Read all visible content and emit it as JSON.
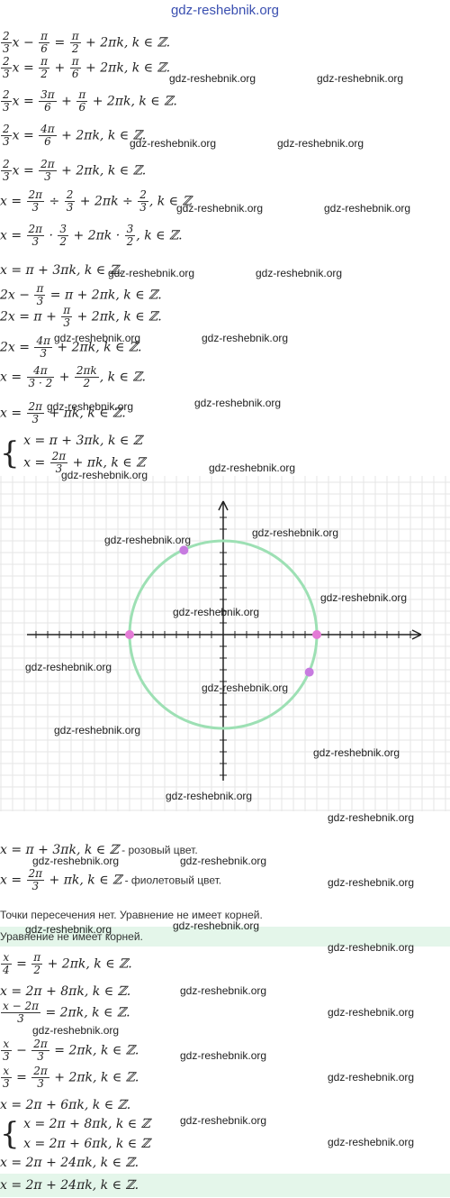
{
  "site": {
    "title": "gdz-reshebnik.org"
  },
  "watermark_text": "gdz-reshebnik.org",
  "lines": {
    "l1": {
      "a": "2",
      "b": "3",
      "c": "π",
      "d": "6",
      "e": "π",
      "f": "2",
      "tail": "+ 2πk,  k ∈ ℤ."
    },
    "l2": {
      "a": "2",
      "b": "3",
      "c": "π",
      "d": "2",
      "e": "π",
      "f": "6",
      "tail": "+ 2πk,  k ∈ ℤ."
    },
    "l3": {
      "a": "2",
      "b": "3",
      "c": "3π",
      "d": "6",
      "e": "π",
      "f": "6",
      "tail": "+ 2πk,  k ∈ ℤ."
    },
    "l4": {
      "a": "2",
      "b": "3",
      "c": "4π",
      "d": "6",
      "tail": "+ 2πk,  k ∈ ℤ."
    },
    "l5": {
      "a": "2",
      "b": "3",
      "c": "2π",
      "d": "3",
      "tail": "+ 2πk,  k ∈ ℤ."
    },
    "l6": {
      "a": "2π",
      "b": "3",
      "c": "2",
      "d": "3",
      "e": "2",
      "f": "3",
      "mid": "+ 2πk ÷",
      "tail": ",  k ∈ ℤ"
    },
    "l7": {
      "a": "2π",
      "b": "3",
      "c": "3",
      "d": "2",
      "e": "3",
      "f": "2",
      "mid": "+ 2πk ·",
      "tail": ",  k ∈ ℤ."
    },
    "l8": {
      "text": "x = π + 3πk,  k ∈ ℤ."
    },
    "l9": {
      "a": "π",
      "b": "3",
      "tail": "= π + 2πk,  k ∈ ℤ."
    },
    "l10": {
      "a": "π",
      "b": "3",
      "head": "2x = π +",
      "tail": "+ 2πk,  k ∈ ℤ."
    },
    "l11": {
      "a": "4π",
      "b": "3",
      "head": "2x =",
      "tail": "+ 2πk,  k ∈ ℤ."
    },
    "l12": {
      "a": "4π",
      "b": "3 · 2",
      "c": "2πk",
      "d": "2",
      "head": "x =",
      "tail": ",  k ∈ ℤ."
    },
    "l13": {
      "a": "2π",
      "b": "3",
      "head": "x =",
      "tail": "+ πk,  k ∈ ℤ."
    },
    "l14": {
      "row1": "x = π + 3πk,  k ∈ ℤ",
      "a": "2π",
      "b": "3",
      "row2_head": "x =",
      "row2_tail": "+ πk,  k ∈ ℤ"
    },
    "l15": {
      "text": "x = π + 3πk,  k ∈ ℤ",
      "suffix": " - розовый цвет."
    },
    "l16": {
      "a": "2π",
      "b": "3",
      "head": "x =",
      "tail": "+ πk,  k ∈ ℤ",
      "suffix": " - фиолетовый цвет."
    },
    "l17": {
      "text": "Точки пересечения нет. Уравнение не имеет корней."
    },
    "l18": {
      "text": "Уравнение не имеет корней."
    },
    "l19": {
      "a": "x",
      "b": "4",
      "c": "π",
      "d": "2",
      "tail": "+ 2πk,  k ∈ ℤ."
    },
    "l20": {
      "text": "x = 2π + 8πk,  k ∈ ℤ."
    },
    "l21": {
      "a": "x − 2π",
      "b": "3",
      "tail": "= 2πk,  k ∈ ℤ."
    },
    "l22": {
      "a": "x",
      "b": "3",
      "c": "2π",
      "d": "3",
      "tail": "= 2πk,  k ∈ ℤ."
    },
    "l23": {
      "a": "x",
      "b": "3",
      "c": "2π",
      "d": "3",
      "tail": "+ 2πk,  k ∈ ℤ."
    },
    "l24": {
      "text": "x = 2π + 6πk,  k ∈ ℤ."
    },
    "l25": {
      "row1": "x = 2π + 8πk,  k ∈ ℤ",
      "row2": "x = 2π + 6πk,  k ∈ ℤ"
    },
    "l26": {
      "text": "x = 2π + 24πk,  k ∈ ℤ."
    },
    "l27": {
      "text": "x = 2π + 24πk,  k ∈ ℤ."
    }
  },
  "chart_data": {
    "type": "scatter",
    "title": "",
    "xlabel": "",
    "ylabel": "",
    "circle": {
      "center": [
        0,
        0
      ],
      "radius": 1,
      "color": "#9de0b4"
    },
    "points": [
      {
        "x": -1.0,
        "y": 0.0,
        "color": "#e47ad6",
        "series": "pink"
      },
      {
        "x": -0.42,
        "y": 0.9,
        "color": "#c77be0",
        "series": "purple"
      },
      {
        "x": 1.0,
        "y": 0.0,
        "color": "#e47ad6",
        "series": "pink"
      },
      {
        "x": 0.92,
        "y": -0.4,
        "color": "#c77be0",
        "series": "purple"
      }
    ],
    "grid": true,
    "axis_color": "#222222"
  }
}
